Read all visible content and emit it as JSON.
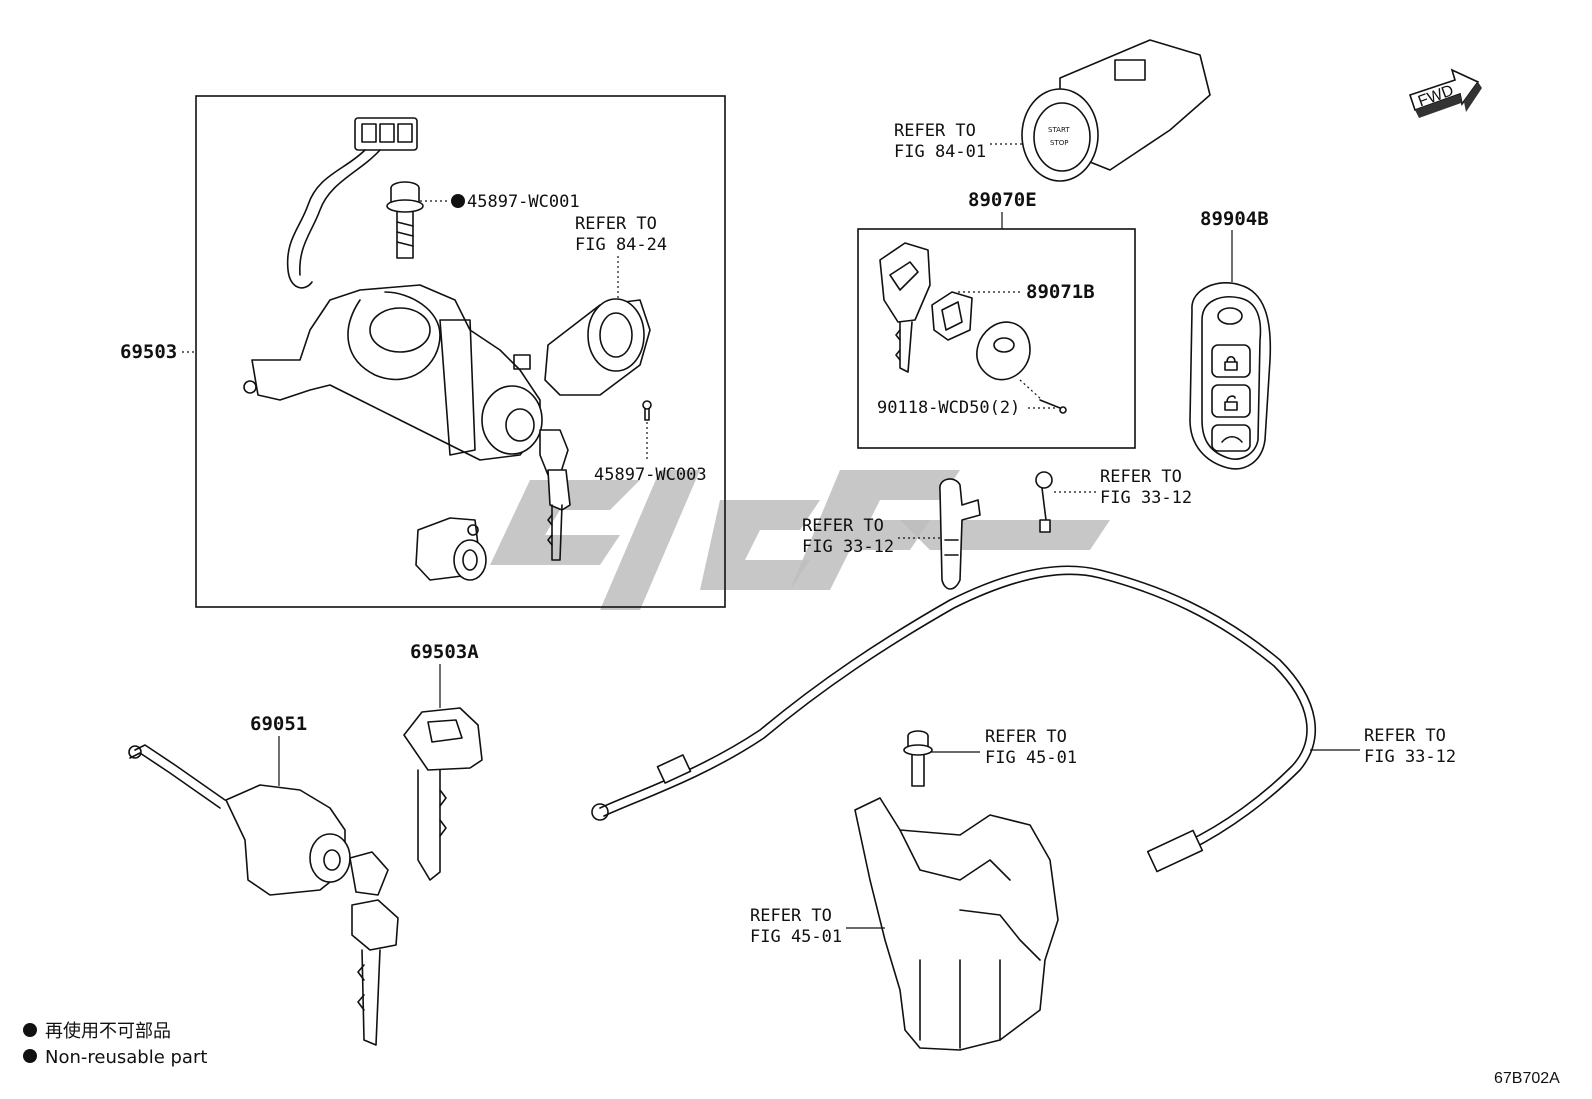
{
  "labels": {
    "p69503": "69503",
    "p45897_wc001": "45897-WC001",
    "p45897_wc003": "45897-WC003",
    "refer_84_24_a": "REFER TO",
    "refer_84_24_b": "FIG 84-24",
    "refer_84_01_a": "REFER TO",
    "refer_84_01_b": "FIG 84-01",
    "p89070e": "89070E",
    "p89071b": "89071B",
    "p90118": "90118-WCD50(2)",
    "p89904b": "89904B",
    "refer_33_12_a1": "REFER TO",
    "refer_33_12_b1": "FIG 33-12",
    "refer_33_12_a2": "REFER TO",
    "refer_33_12_b2": "FIG 33-12",
    "refer_33_12_a3": "REFER TO",
    "refer_33_12_b3": "FIG 33-12",
    "p69503a": "69503A",
    "p69051": "69051",
    "refer_45_01_a1": "REFER TO",
    "refer_45_01_b1": "FIG 45-01",
    "refer_45_01_a2": "REFER TO",
    "refer_45_01_b2": "FIG 45-01",
    "fwd": "FWD"
  },
  "legend": {
    "item_jp": "再使用不可部品",
    "item_en": "Non-reusable part"
  },
  "diagram_code": "67B702A"
}
